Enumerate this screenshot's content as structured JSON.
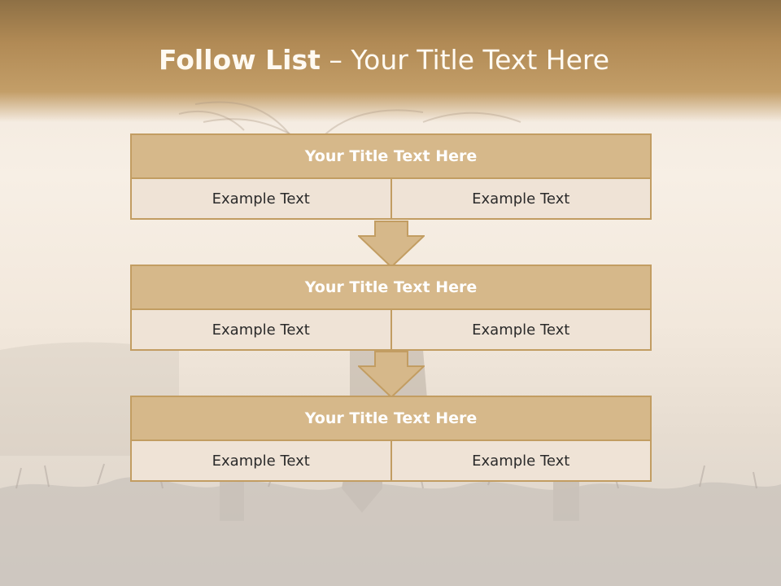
{
  "slide": {
    "title_bold": "Follow List",
    "title_rest": " – Your Title Text Here"
  },
  "steps": [
    {
      "title": "Your Title Text Here",
      "left": "Example Text",
      "right": "Example Text"
    },
    {
      "title": "Your Title Text Here",
      "left": "Example Text",
      "right": "Example Text"
    },
    {
      "title": "Your Title Text Here",
      "left": "Example Text",
      "right": "Example Text"
    }
  ],
  "colors": {
    "header": "#b18a55",
    "box_fill": "#d6b88a",
    "box_border": "#c29d62",
    "cell_fill": "#efe3d6",
    "arrow_fill": "#d6b88a"
  }
}
